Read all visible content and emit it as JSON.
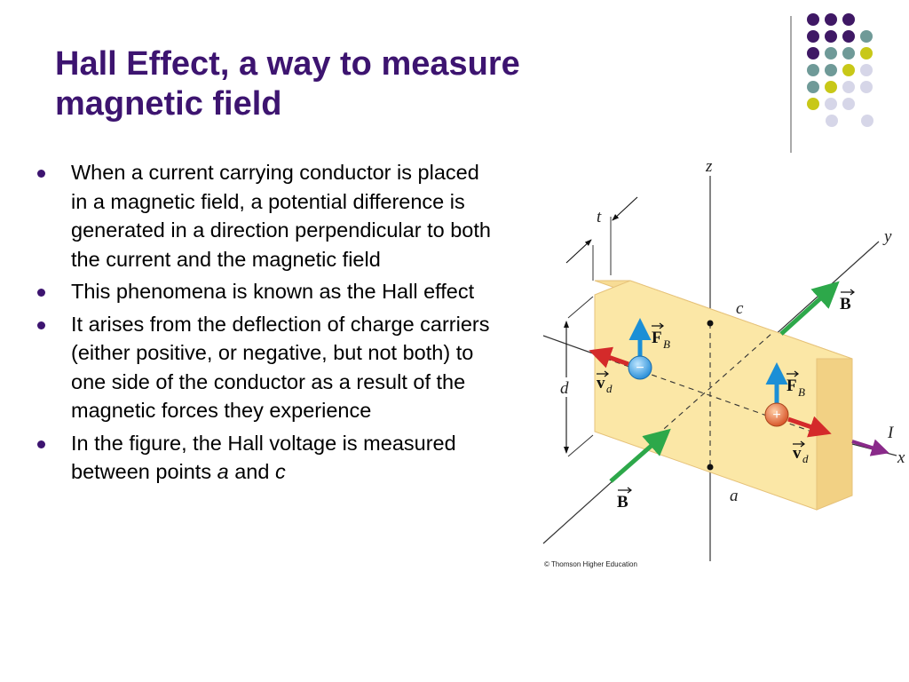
{
  "slide": {
    "title_line1": "Hall Effect, a way to measure",
    "title_line2": "magnetic field",
    "bullets": [
      {
        "text": "When a current carrying conductor is placed in a magnetic field, a potential difference is generated in a direction perpendicular to both the current and the magnetic field"
      },
      {
        "text": "This phenomena is known as the Hall effect"
      },
      {
        "text": "It arises from the deflection of charge carriers (either positive, or negative, but not both) to one side of the conductor as a result of the magnetic forces they experience"
      },
      {
        "text_before": "In the figure, the Hall voltage is measured between points ",
        "point_a": "a",
        "text_mid": " and ",
        "point_c": "c"
      }
    ]
  },
  "figure": {
    "axis_z": "z",
    "axis_y": "y",
    "axis_x": "x",
    "label_t": "t",
    "label_c": "c",
    "label_d": "d",
    "label_a": "a",
    "label_I": "I",
    "field_B": "B",
    "force_F": "F",
    "force_sub": "B",
    "velocity_v": "v",
    "velocity_sub": "d",
    "negative_charge": "−",
    "positive_charge": "+",
    "credit": "© Thomson Higher Education"
  },
  "colors": {
    "title": "#3d1470",
    "bullet": "#3d1470",
    "slab_face": "#fbe7a6",
    "slab_edge": "#f0cc7a",
    "field_arrow": "#2da84a",
    "force_arrow": "#1b8fd6",
    "velocity_arrow": "#d42a2a",
    "current_arrow": "#8a2a8a",
    "dot_purple": "#3f1865",
    "dot_teal": "#6f9a98",
    "dot_yellow": "#c8c818",
    "dot_lavender": "#d6d6e8"
  }
}
